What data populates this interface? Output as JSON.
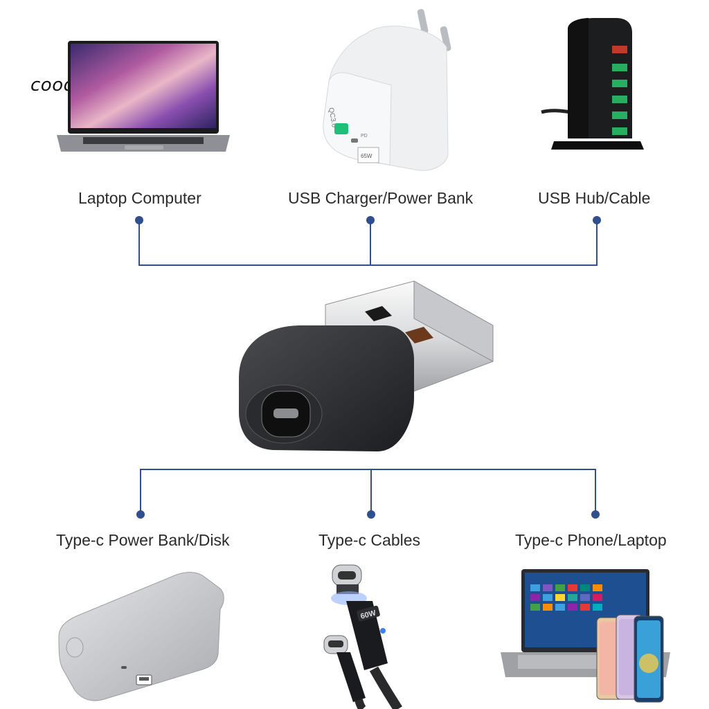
{
  "watermark": "cooderstar",
  "top_devices": [
    {
      "label": "Laptop Computer"
    },
    {
      "label": "USB Charger/Power Bank"
    },
    {
      "label": "USB Hub/Cable"
    }
  ],
  "bottom_devices": [
    {
      "label": "Type-c Power Bank/Disk"
    },
    {
      "label": "Type-c Cables"
    },
    {
      "label": "Type-c Phone/Laptop"
    }
  ],
  "charger_text": {
    "qc": "QC3.0",
    "pd": "PD",
    "watt": "65W"
  },
  "cable_badge": "60W",
  "colors": {
    "connector": "#2f4f8f",
    "accent": "#2f4f8f"
  }
}
